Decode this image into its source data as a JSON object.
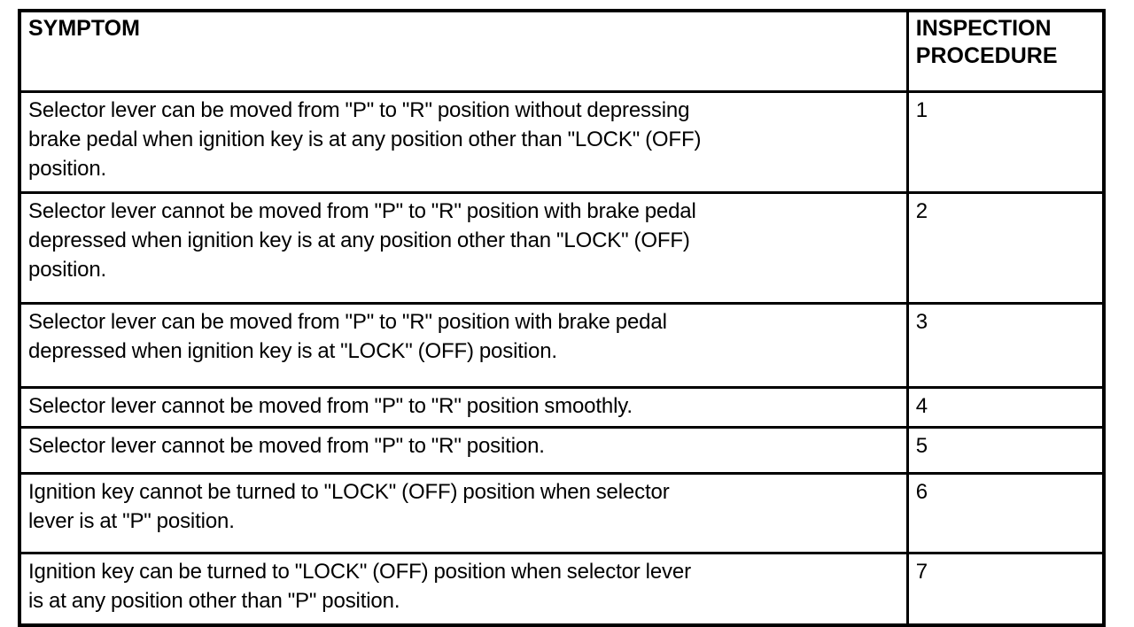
{
  "document": {
    "type": "service-manual-symptom-chart",
    "colors": {
      "background": "#ffffff",
      "text": "#000000",
      "border": "#000000"
    }
  },
  "table": {
    "headers": {
      "symptom": "SYMPTOM",
      "procedure_line1": "INSPECTION",
      "procedure_line2": "PROCEDURE"
    },
    "rows": [
      {
        "procedure": "1",
        "lines": [
          "Selector lever can be moved from \"P\" to \"R\" position without depressing",
          "brake pedal when ignition key is at any position other than \"LOCK\" (OFF)",
          "position."
        ]
      },
      {
        "procedure": "2",
        "lines": [
          "Selector lever cannot be moved from \"P\" to \"R\" position with brake pedal",
          "depressed when ignition key is at any position other than \"LOCK\" (OFF)",
          "position."
        ]
      },
      {
        "procedure": "3",
        "lines": [
          "Selector lever can be moved from \"P\" to \"R\" position with brake pedal",
          "depressed when ignition key is at \"LOCK\" (OFF) position."
        ]
      },
      {
        "procedure": "4",
        "lines": [
          "Selector lever cannot be moved from \"P\" to \"R\" position smoothly."
        ]
      },
      {
        "procedure": "5",
        "lines": [
          "Selector lever cannot be moved from \"P\" to \"R\" position."
        ]
      },
      {
        "procedure": "6",
        "lines": [
          "Ignition key cannot be turned to \"LOCK\" (OFF) position when selector",
          "lever is at \"P\" position."
        ]
      },
      {
        "procedure": "7",
        "lines": [
          "Ignition key can be turned to \"LOCK\" (OFF) position when selector lever",
          "is at any position other than \"P\" position."
        ]
      }
    ]
  }
}
